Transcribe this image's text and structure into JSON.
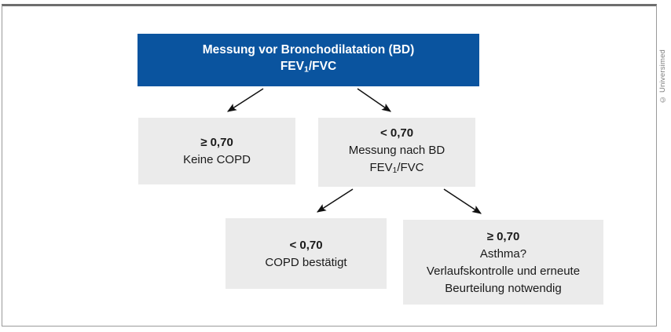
{
  "figure": {
    "type": "flowchart",
    "language": "de",
    "credit": "© Universimed",
    "colors": {
      "root_box": "#0a549f",
      "root_text": "#ffffff",
      "node_box": "#ebebeb",
      "node_text": "#1a1a1a",
      "arrow": "#111111",
      "frame_border": "#9a9a9a",
      "frame_border_top": "#6e6e6e"
    }
  },
  "nodes": {
    "root": {
      "line1": "Messung vor Bronchodilatation (BD)",
      "line2_prefix": "FEV",
      "line2_sub": "1",
      "line2_suffix": "/FVC"
    },
    "no_copd": {
      "value": "≥ 0,70",
      "line2": "Keine COPD"
    },
    "post_bd": {
      "value": "< 0,70",
      "line2": "Messung nach BD",
      "line3_prefix": "FEV",
      "line3_sub": "1",
      "line3_suffix": "/FVC"
    },
    "copd_confirmed": {
      "value": "< 0,70",
      "line2": "COPD bestätigt"
    },
    "asthma": {
      "value": "≥ 0,70",
      "line2": "Asthma?",
      "line3": "Verlaufskontrolle und erneute",
      "line4": "Beurteilung notwendig"
    }
  },
  "edges": [
    {
      "from": "root",
      "to": "no_copd",
      "label": ""
    },
    {
      "from": "root",
      "to": "post_bd",
      "label": ""
    },
    {
      "from": "post_bd",
      "to": "copd_confirmed",
      "label": ""
    },
    {
      "from": "post_bd",
      "to": "asthma",
      "label": ""
    }
  ]
}
